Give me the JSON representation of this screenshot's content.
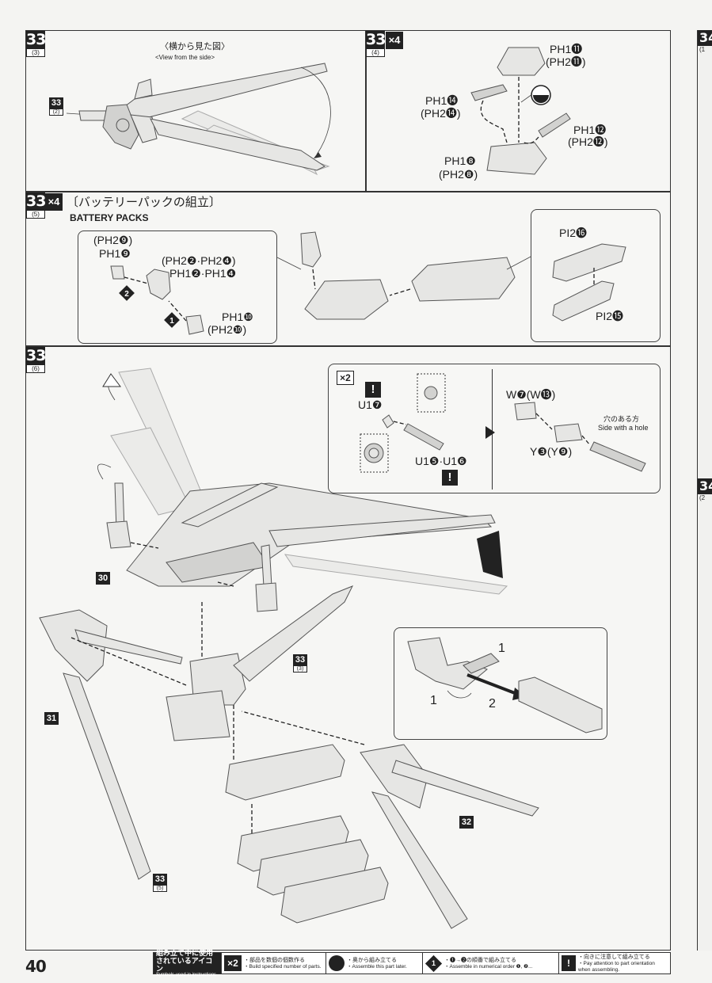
{
  "page_number": "40",
  "next_page_stubs": {
    "a": "34",
    "a_sub": "(1",
    "b": "34",
    "b_sub": "(2"
  },
  "panel_3_3": {
    "step": "33",
    "sub": "(3)",
    "view_jp": "〈横から見た図〉",
    "view_en": "<View from the side>",
    "ref_step": "33",
    "ref_sub": "(2)"
  },
  "panel_3_4": {
    "step": "33",
    "sub": "(4)",
    "multiplier": "×4",
    "labels": {
      "top": "PH1⓫",
      "top_alt": "(PH2⓫)",
      "left": "PH1⓮",
      "left_alt": "(PH2⓮)",
      "right": "PH1⓬",
      "right_alt": "(PH2⓬)",
      "bottom": "PH1❽",
      "bottom_alt": "(PH2❽)"
    }
  },
  "panel_3_5": {
    "step": "33",
    "sub": "(5)",
    "multiplier": "×4",
    "title_jp": "〔バッテリーパックの組立〕",
    "title_en": "BATTERY PACKS",
    "labels": {
      "a_alt": "(PH2❾)",
      "a": "PH1❾",
      "b_alt": "(PH2❷·PH2❹)",
      "b": "PH1❷·PH1❹",
      "c": "PH1❿",
      "c_alt": "(PH2❿)",
      "d": "PI2⓰",
      "e": "PI2⓯"
    },
    "order_1": "1",
    "order_2": "2"
  },
  "panel_3_6": {
    "step": "33",
    "sub": "(6)",
    "x2": "×2",
    "warn": "!",
    "labels": {
      "u17": "U1❼",
      "u15": "U1❺·U1❻",
      "w7": "W❼(W⓭)",
      "y3": "Y❸(Y❾)",
      "hole_jp": "穴のある方",
      "hole_en": "Side with a hole"
    },
    "parts": {
      "p30": "30",
      "p31": "31",
      "p32": "32"
    },
    "ref_a": {
      "n": "33",
      "s": "(3)"
    },
    "ref_b": {
      "n": "33",
      "s": "(5)"
    },
    "order": {
      "one_a": "1",
      "one_b": "1",
      "two": "2"
    }
  },
  "legend": {
    "head_jp": "組み立て中に使用されているアイコン",
    "head_en": "Symbols used in instructions",
    "items": [
      {
        "icon": "×2",
        "jp": "・部品を数個の個数作る",
        "en": "・Build specified number of parts."
      },
      {
        "icon": "",
        "jp": "・奥から組み立てる",
        "en": "・Assemble this part later."
      },
      {
        "icon": "1",
        "jp": "・❶→❷の順番で組み立てる",
        "en": "・Assemble in numerical order ❶, ❷..."
      },
      {
        "icon": "!",
        "jp": "・向きに注意して組み立てる",
        "en": "・Pay attention to part orientation when assembling."
      }
    ]
  }
}
